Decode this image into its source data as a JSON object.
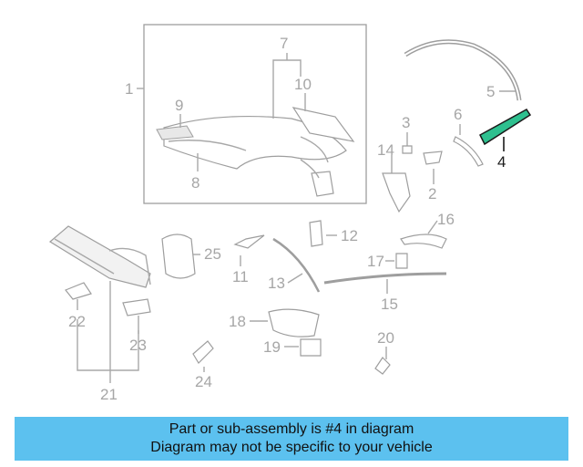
{
  "colors": {
    "banner_bg": "#5cc1ef",
    "line": "#a8a8a8",
    "highlight_part": "#2ec08f",
    "highlight_label": "#1a1a1a"
  },
  "parts": {
    "p1": "1",
    "p2": "2",
    "p3": "3",
    "p4": "4",
    "p5": "5",
    "p6": "6",
    "p7": "7",
    "p8": "8",
    "p9": "9",
    "p10": "10",
    "p11": "11",
    "p12": "12",
    "p13": "13",
    "p14": "14",
    "p15": "15",
    "p16": "16",
    "p17": "17",
    "p18": "18",
    "p19": "19",
    "p20": "20",
    "p21": "21",
    "p22": "22",
    "p23": "23",
    "p24": "24",
    "p25": "25"
  },
  "highlighted_part": "4",
  "banner": {
    "line1": "Part or sub-assembly is #4 in diagram",
    "line2": "Diagram may not be specific to your vehicle"
  }
}
